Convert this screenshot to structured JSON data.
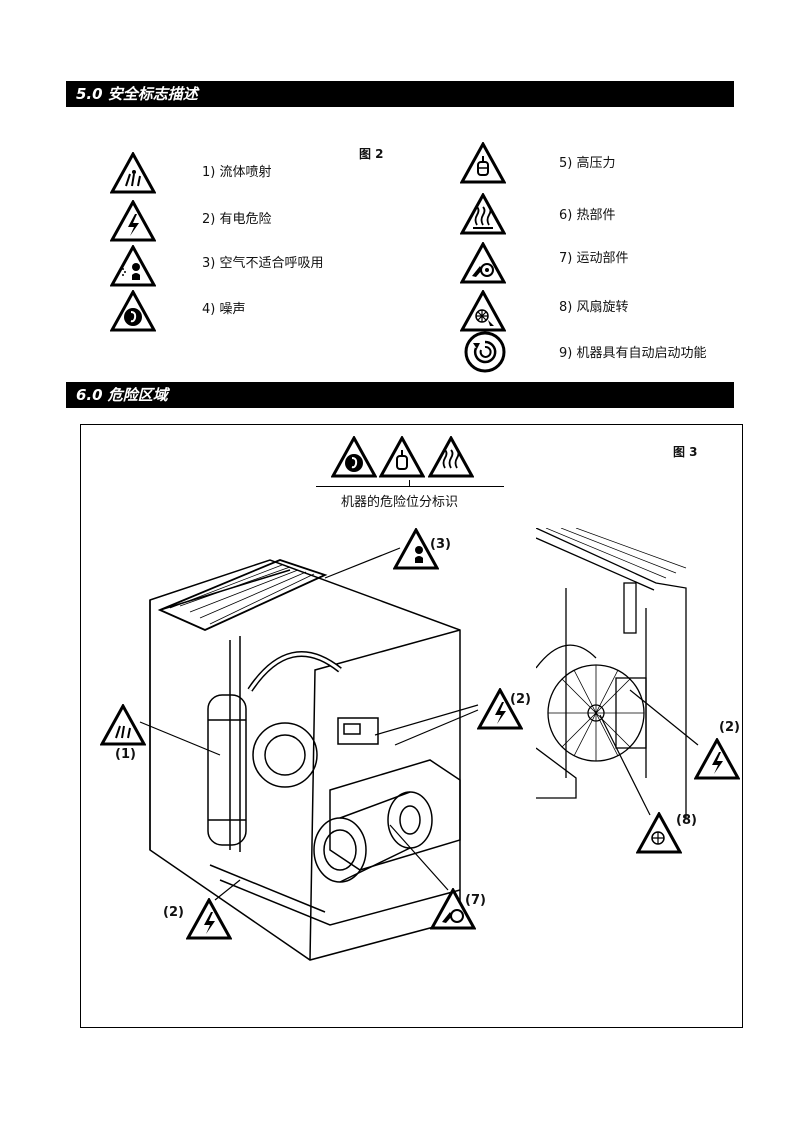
{
  "section5": {
    "title": "5.0 安全标志描述",
    "figure": "图 2"
  },
  "signs": [
    {
      "label": "1) 流体喷射",
      "icon": "fluid-jet-icon"
    },
    {
      "label": "2) 有电危险",
      "icon": "electric-hazard-icon"
    },
    {
      "label": "3) 空气不适合呼吸用",
      "icon": "air-not-breathable-icon"
    },
    {
      "label": "4) 噪声",
      "icon": "noise-icon"
    },
    {
      "label": "5) 高压力",
      "icon": "high-pressure-icon"
    },
    {
      "label": "6) 热部件",
      "icon": "hot-parts-icon"
    },
    {
      "label": "7) 运动部件",
      "icon": "moving-parts-icon"
    },
    {
      "label": "8) 风扇旋转",
      "icon": "rotating-fan-icon"
    },
    {
      "label": "9) 机器具有自动启动功能",
      "icon": "auto-start-icon"
    }
  ],
  "section6": {
    "title": "6.0 危险区域",
    "figure": "图 3",
    "caption": "机器的危险位分标识",
    "callouts": [
      "(1)",
      "(2)",
      "(2)",
      "(3)",
      "(7)",
      "(2)",
      "(8)"
    ]
  }
}
